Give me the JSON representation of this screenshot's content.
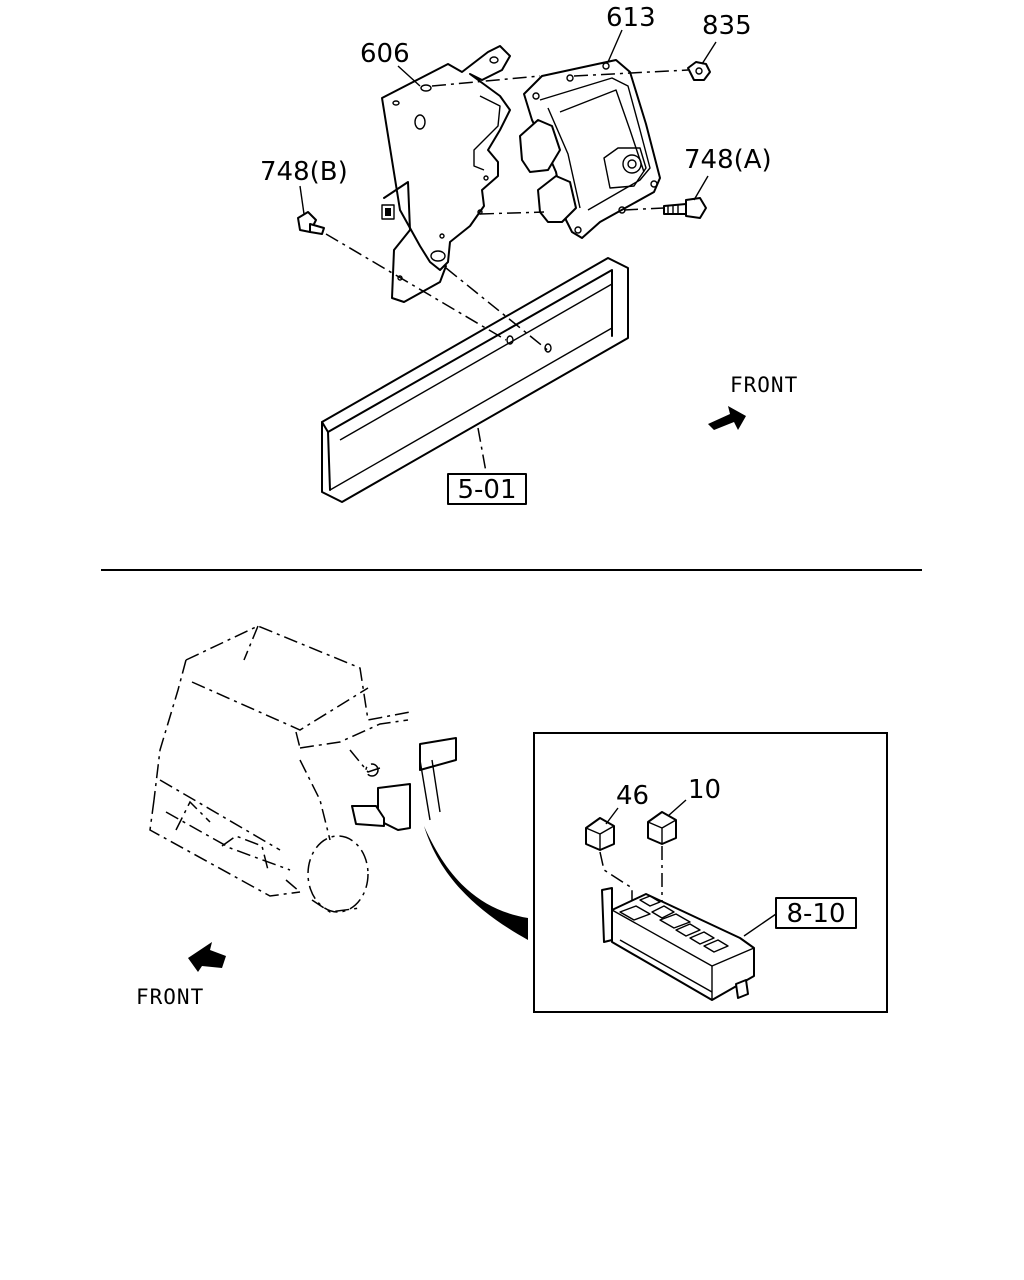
{
  "upper_view": {
    "labels": {
      "bracket": "606",
      "control_unit": "613",
      "nut": "835",
      "bolt_a": "748(A)",
      "bolt_b": "748(B)",
      "frame_ref": "5-01"
    },
    "front_label": "FRONT"
  },
  "lower_view": {
    "labels": {
      "relay_46": "46",
      "relay_10": "10",
      "relay_box_ref": "8-10"
    },
    "front_label": "FRONT"
  }
}
